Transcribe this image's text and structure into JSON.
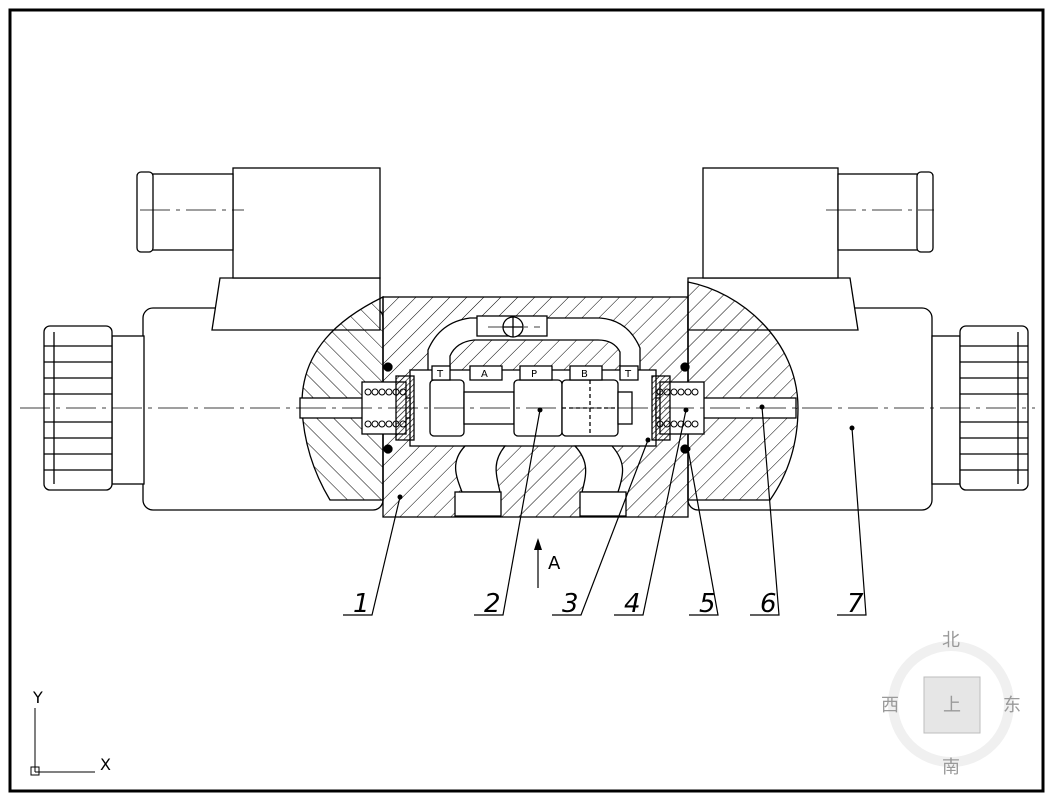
{
  "drawing": {
    "part_numbers": [
      "1",
      "2",
      "3",
      "4",
      "5",
      "6",
      "7"
    ],
    "port_labels": {
      "a": "A",
      "p": "P",
      "b": "B",
      "t_left": "T",
      "t_right": "T"
    },
    "view_arrow_label": "A"
  },
  "ucs_icon": {
    "x_label": "X",
    "y_label": "Y"
  },
  "viewcube": {
    "north": "北",
    "south": "南",
    "east": "东",
    "west": "西",
    "face": "上"
  }
}
